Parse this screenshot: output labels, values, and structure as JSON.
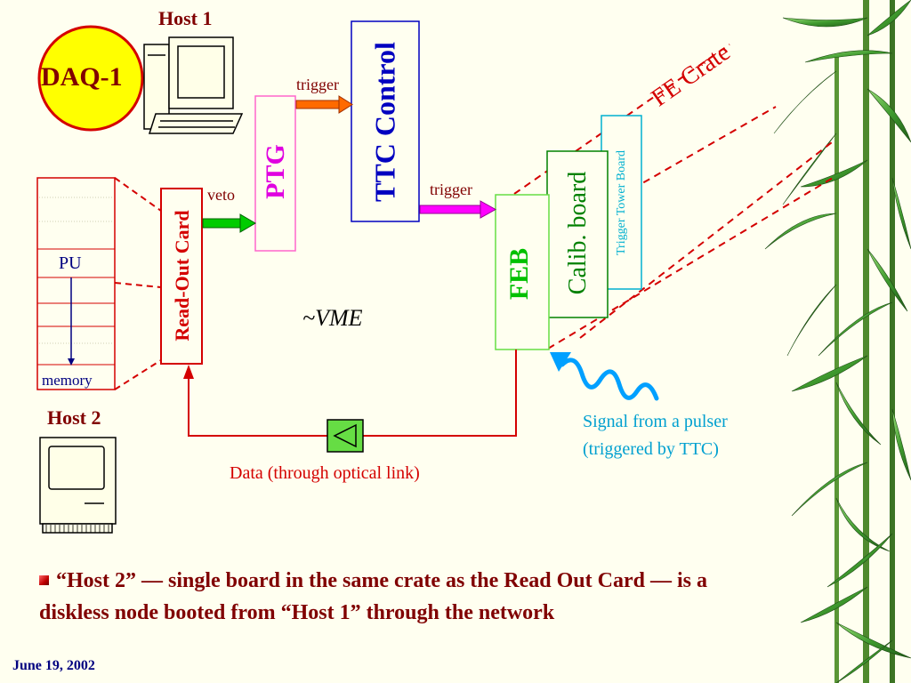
{
  "diagram": {
    "host1": "Host 1",
    "daq": "DAQ-1",
    "host2": "Host 2",
    "ttc_control": "TTC Control",
    "ptg": "PTG",
    "trigger_top": "trigger",
    "trigger_mid": "trigger",
    "veto": "veto",
    "read_out_card": "Read-Out Card",
    "pu": "PU",
    "memory": "memory",
    "vme": "~VME",
    "feb": "FEB",
    "calib_board": "Calib. board",
    "trigger_tower_board": "Trigger Tower Board",
    "fe_crate": "FE Crate",
    "pulser_line1": "Signal from a pulser",
    "pulser_line2": "(triggered by TTC)",
    "data_link": "Data (through optical link)"
  },
  "note": {
    "text": "“Host 2” — single board in the same crate as the Read Out Card — is a diskless node booted from “Host 1” through the network"
  },
  "footer": {
    "date": "June 19, 2002"
  },
  "colors": {
    "title_red": "#800000",
    "ttc_blue": "#0000c0",
    "magenta": "#e000e0",
    "feb_green": "#00c000",
    "calib_green": "#008000",
    "cyan": "#00b0d0",
    "red": "#d40000",
    "daq_fill": "#ffff00",
    "optical_green": "#66dd44"
  }
}
